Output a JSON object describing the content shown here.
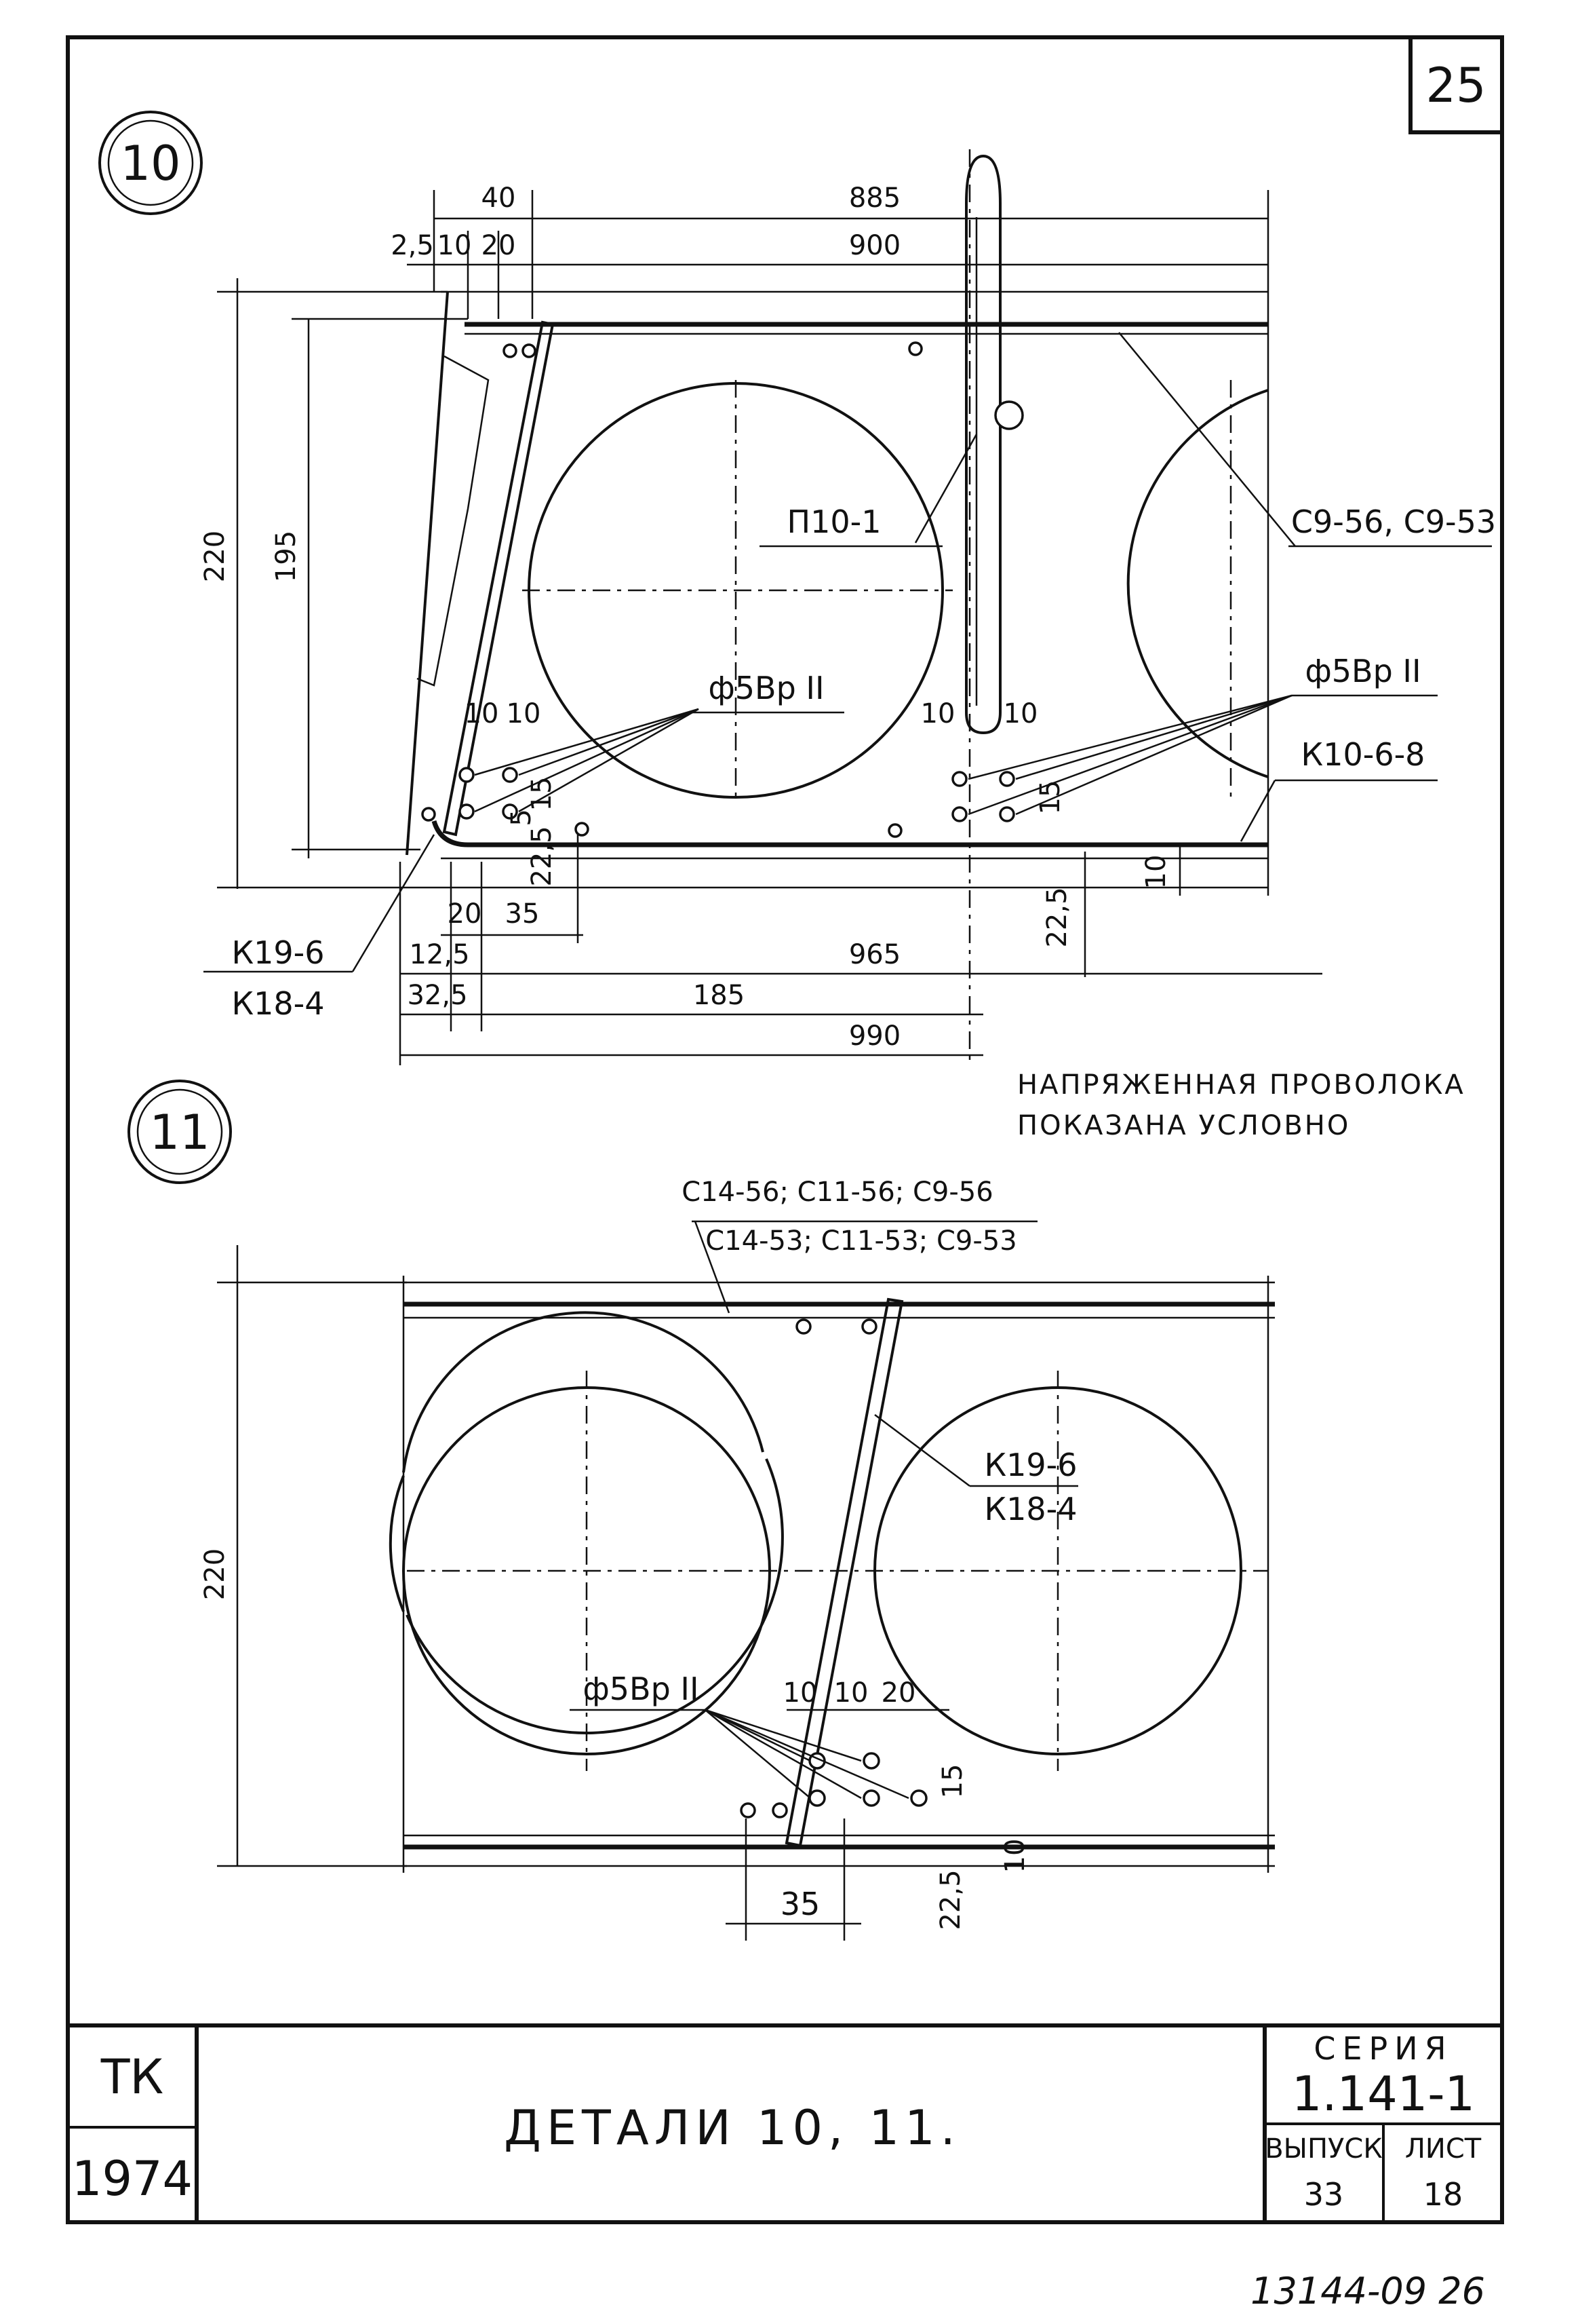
{
  "sheet": {
    "page_number": "25",
    "archive_number": "13144-09 26"
  },
  "detail_10": {
    "number": "10",
    "labels": {
      "loop": "П10-1",
      "mesh": "С9-56, С9-53",
      "wire": "ф5Вр II",
      "frame_k10": "К10-6-8",
      "frame_upper": "К19-6",
      "frame_lower": "К18-4"
    },
    "dims": {
      "top_40": "40",
      "top_25": "2,5",
      "top_10": "10",
      "top_20": "20",
      "dim_885": "885",
      "dim_900": "900",
      "height_220": "220",
      "height_195": "195",
      "wire_10": "10",
      "wire_15": "15",
      "wire_5": "5",
      "bottom_225": "22,5",
      "bottom_20": "20",
      "bottom_35": "35",
      "bottom_125": "12,5",
      "bottom_325": "32,5",
      "dim_965": "965",
      "dim_185": "185",
      "dim_990": "990"
    }
  },
  "note": {
    "line1": "НАПРЯЖЕННАЯ ПРОВОЛОКА",
    "line2": "ПОКАЗАНА УСЛОВНО"
  },
  "detail_11": {
    "number": "11",
    "labels": {
      "mesh_upper": "С14-56; С11-56; С9-56",
      "mesh_lower": "С14-53; С11-53; С9-53",
      "frame_upper": "К19-6",
      "frame_lower": "К18-4",
      "wire": "ф5Вр II"
    },
    "dims": {
      "height_220": "220",
      "wire_10": "10",
      "wire_20": "20",
      "wire_15": "15",
      "bottom_225": "22,5",
      "bottom_35": "35"
    }
  },
  "title_block": {
    "org": "ТК",
    "year": "1974",
    "title": "ДЕТАЛИ 10, 11.",
    "series_label": "СЕРИЯ",
    "series_number": "1.141-1",
    "issue_label": "ВЫПУСК",
    "sheet_label": "ЛИСТ",
    "issue_number": "33",
    "sheet_number": "18"
  }
}
